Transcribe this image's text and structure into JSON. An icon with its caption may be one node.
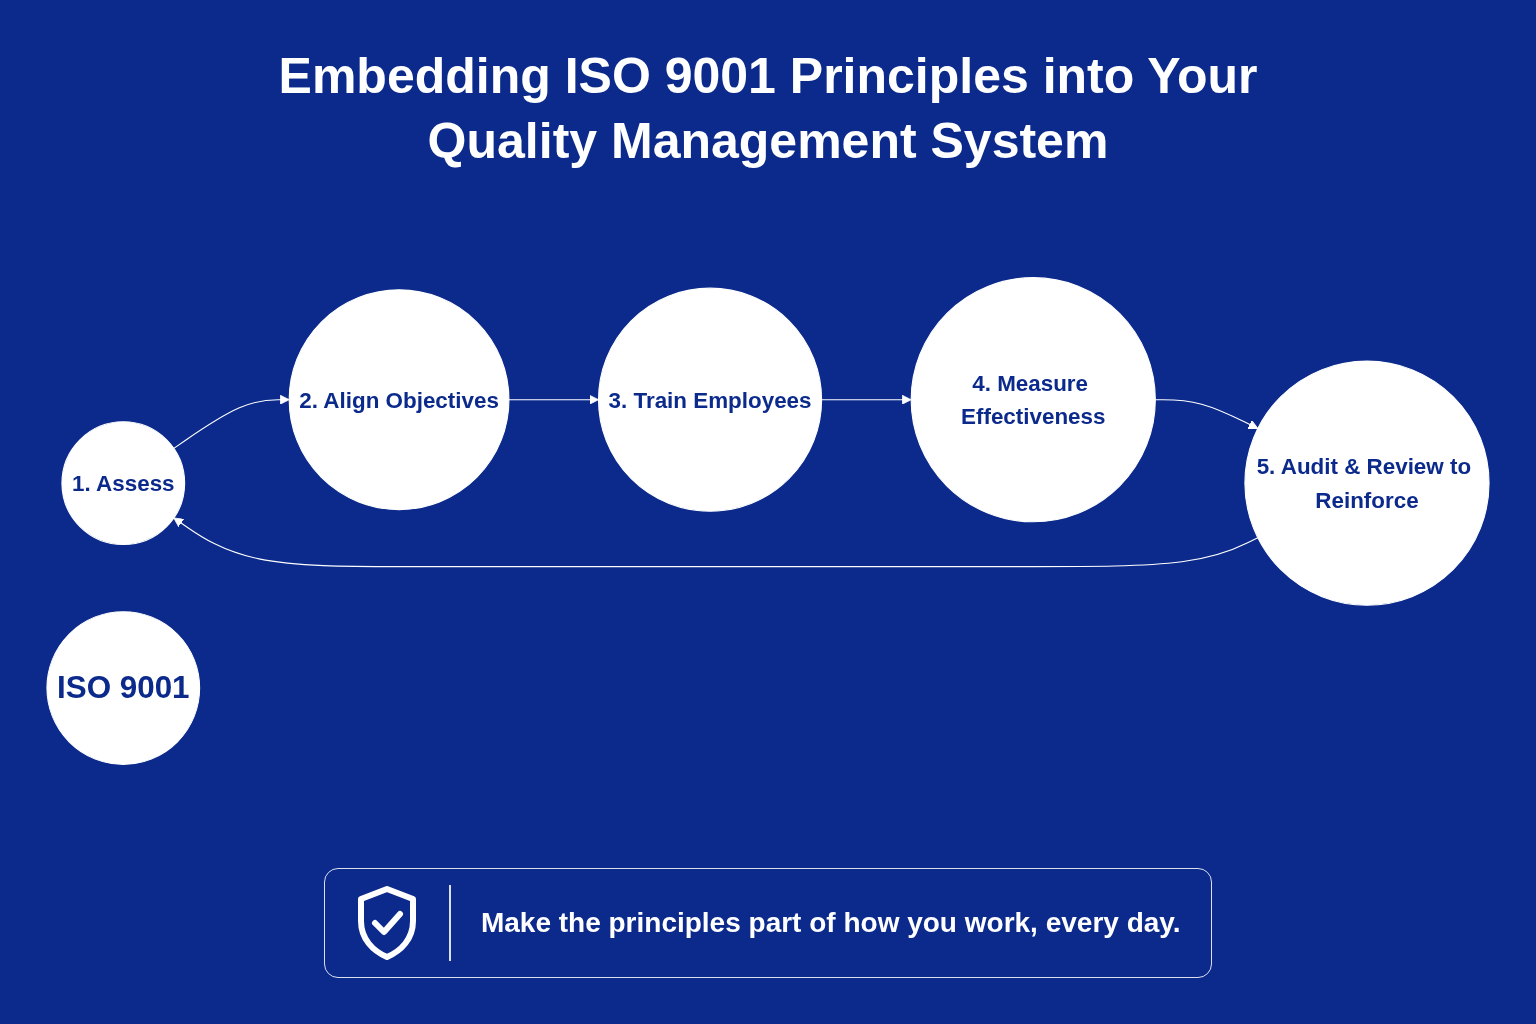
{
  "diagram": {
    "title": "Embedding ISO 9001 Principles into Your Quality Management System",
    "nodes": [
      {
        "text": [
          "1. Assess"
        ]
      },
      {
        "text": [
          "2. Align Objectives"
        ]
      },
      {
        "text": [
          "3. Train Employees"
        ]
      },
      {
        "text": [
          "4. Measure Effectiveness"
        ]
      },
      {
        "text": [
          "5. Audit & Review to Reinforce"
        ]
      },
      {
        "text": [
          "ISO 9001"
        ]
      }
    ],
    "edges": [
      {
        "from": 0,
        "to": 1,
        "arrow": "to"
      },
      {
        "from": 1,
        "to": 2,
        "arrow": "to"
      },
      {
        "from": 2,
        "to": 3,
        "arrow": "to"
      },
      {
        "from": 3,
        "to": 4,
        "arrow": "to"
      },
      {
        "from": 4,
        "to": 0,
        "arrow": "to"
      }
    ],
    "caption": "Make the principles part of how you work, every day."
  }
}
